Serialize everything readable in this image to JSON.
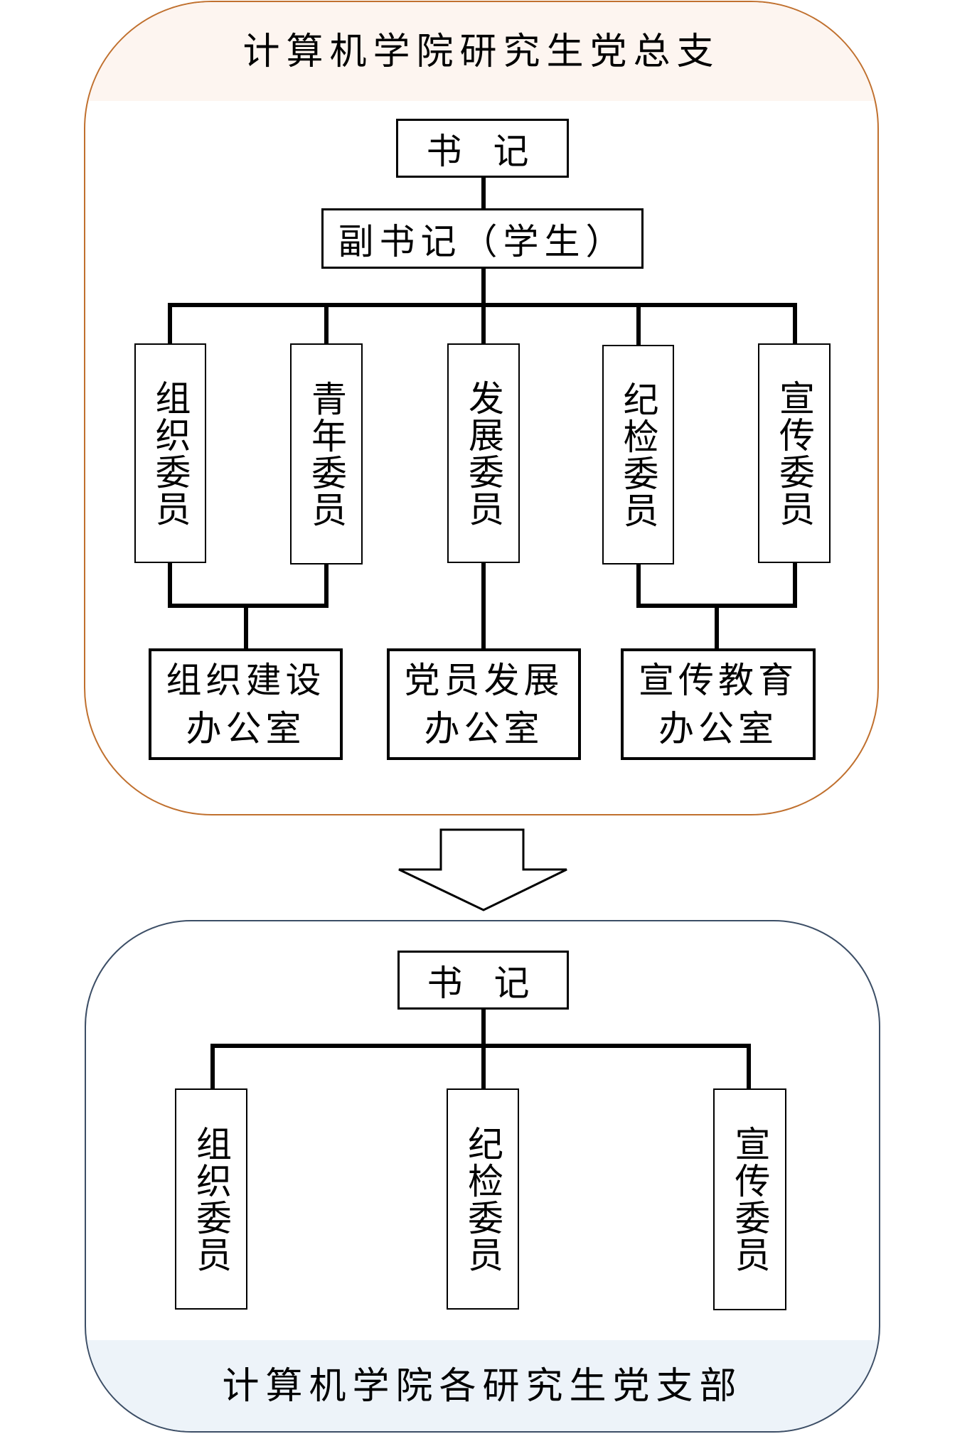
{
  "upper": {
    "title": "计算机学院研究生党总支",
    "secretary": "书 记",
    "deputy_secretary": "副书记（学生）",
    "members": [
      "组织委员",
      "青年委员",
      "发展委员",
      "纪检委员",
      "宣传委员"
    ],
    "offices": [
      {
        "line1": "组织建设",
        "line2": "办公室"
      },
      {
        "line1": "党员发展",
        "line2": "办公室"
      },
      {
        "line1": "宣传教育",
        "line2": "办公室"
      }
    ]
  },
  "lower": {
    "title": "计算机学院各研究生党支部",
    "secretary": "书 记",
    "members": [
      "组织委员",
      "纪检委员",
      "宣传委员"
    ]
  },
  "colors": {
    "upper_border": "#c0702e",
    "upper_band": "#fdf5f0",
    "lower_border": "#3c4e66",
    "lower_band": "#edf3f9"
  }
}
